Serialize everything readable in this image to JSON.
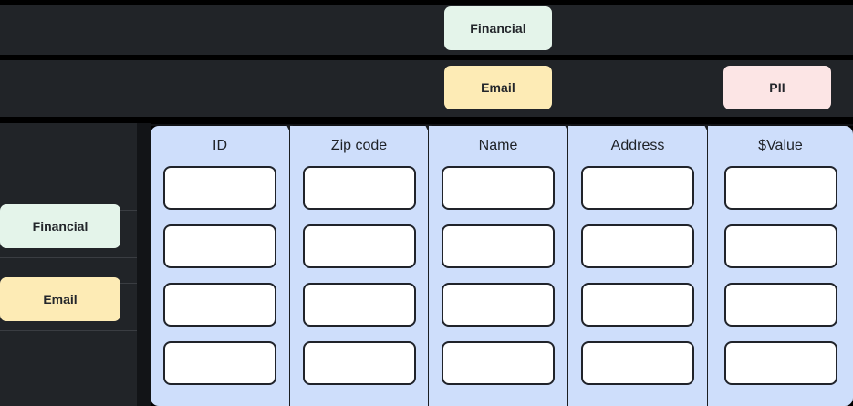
{
  "theme": {
    "page_background": "#000000",
    "band_background": "#212428",
    "column_background": "#cedefb",
    "cell_background": "#ffffff",
    "cell_border": "#20232a",
    "text_dark": "#23262b"
  },
  "tags": {
    "financial": {
      "label": "Financial",
      "color": "#e4f4ea"
    },
    "email": {
      "label": "Email",
      "color": "#fdebb5"
    },
    "pii": {
      "label": "PII",
      "color": "#fce5e5"
    }
  },
  "top_rows": [
    {
      "name": "row-financial",
      "chip": "Financial"
    },
    {
      "name": "row-email-pii",
      "chips": [
        "Email",
        "PII"
      ]
    }
  ],
  "sidebar": {
    "items": [
      {
        "label": "Financial",
        "color": "#e4f4ea"
      },
      {
        "label": "Email",
        "color": "#fdebb5"
      }
    ]
  },
  "table": {
    "columns": [
      {
        "header": "ID"
      },
      {
        "header": "Zip code"
      },
      {
        "header": "Name"
      },
      {
        "header": "Address"
      },
      {
        "header": "$Value"
      }
    ],
    "row_count": 4,
    "cells": [
      [
        "",
        "",
        "",
        "",
        ""
      ],
      [
        "",
        "",
        "",
        "",
        ""
      ],
      [
        "",
        "",
        "",
        "",
        ""
      ],
      [
        "",
        "",
        "",
        "",
        ""
      ]
    ]
  }
}
